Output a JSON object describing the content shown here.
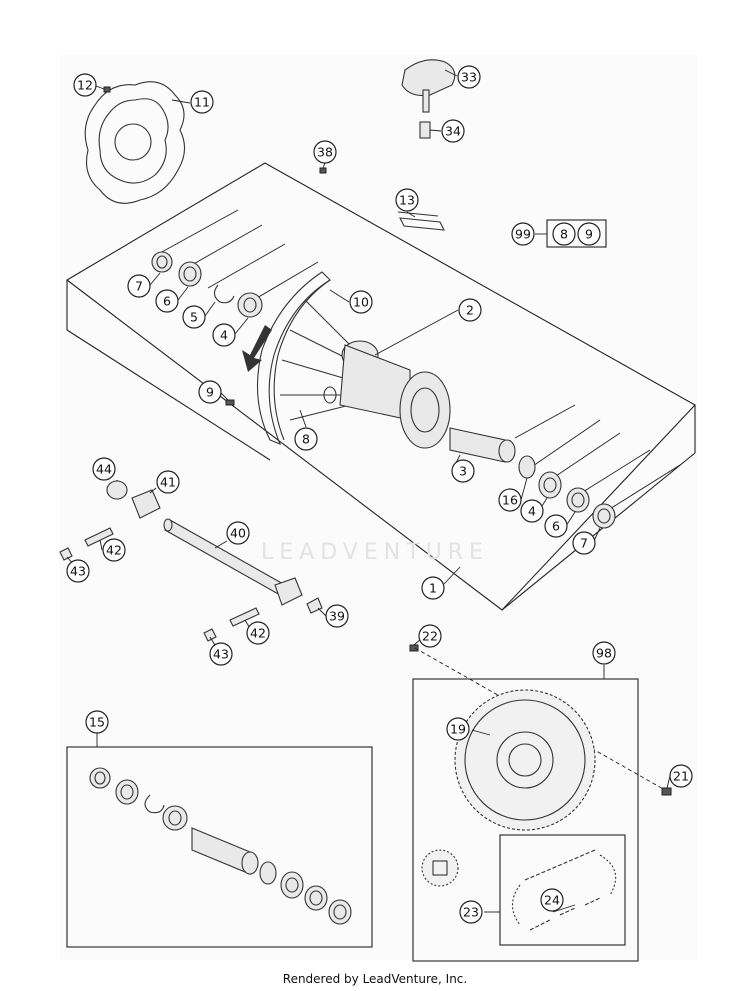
{
  "footer": "Rendered by LeadVenture, Inc.",
  "watermark": "LEADVENTURE",
  "callouts": [
    "1",
    "2",
    "3",
    "4",
    "5",
    "6",
    "7",
    "8",
    "9",
    "10",
    "11",
    "12",
    "13",
    "15",
    "16",
    "19",
    "21",
    "22",
    "23",
    "24",
    "33",
    "34",
    "38",
    "39",
    "40",
    "41",
    "42",
    "43",
    "44",
    "98",
    "99"
  ],
  "kit_99_contents": [
    "8",
    "9"
  ],
  "colors": {
    "line": "#222222",
    "part_fill": "#e9e9e9",
    "watermark": "#e3e3e3"
  }
}
